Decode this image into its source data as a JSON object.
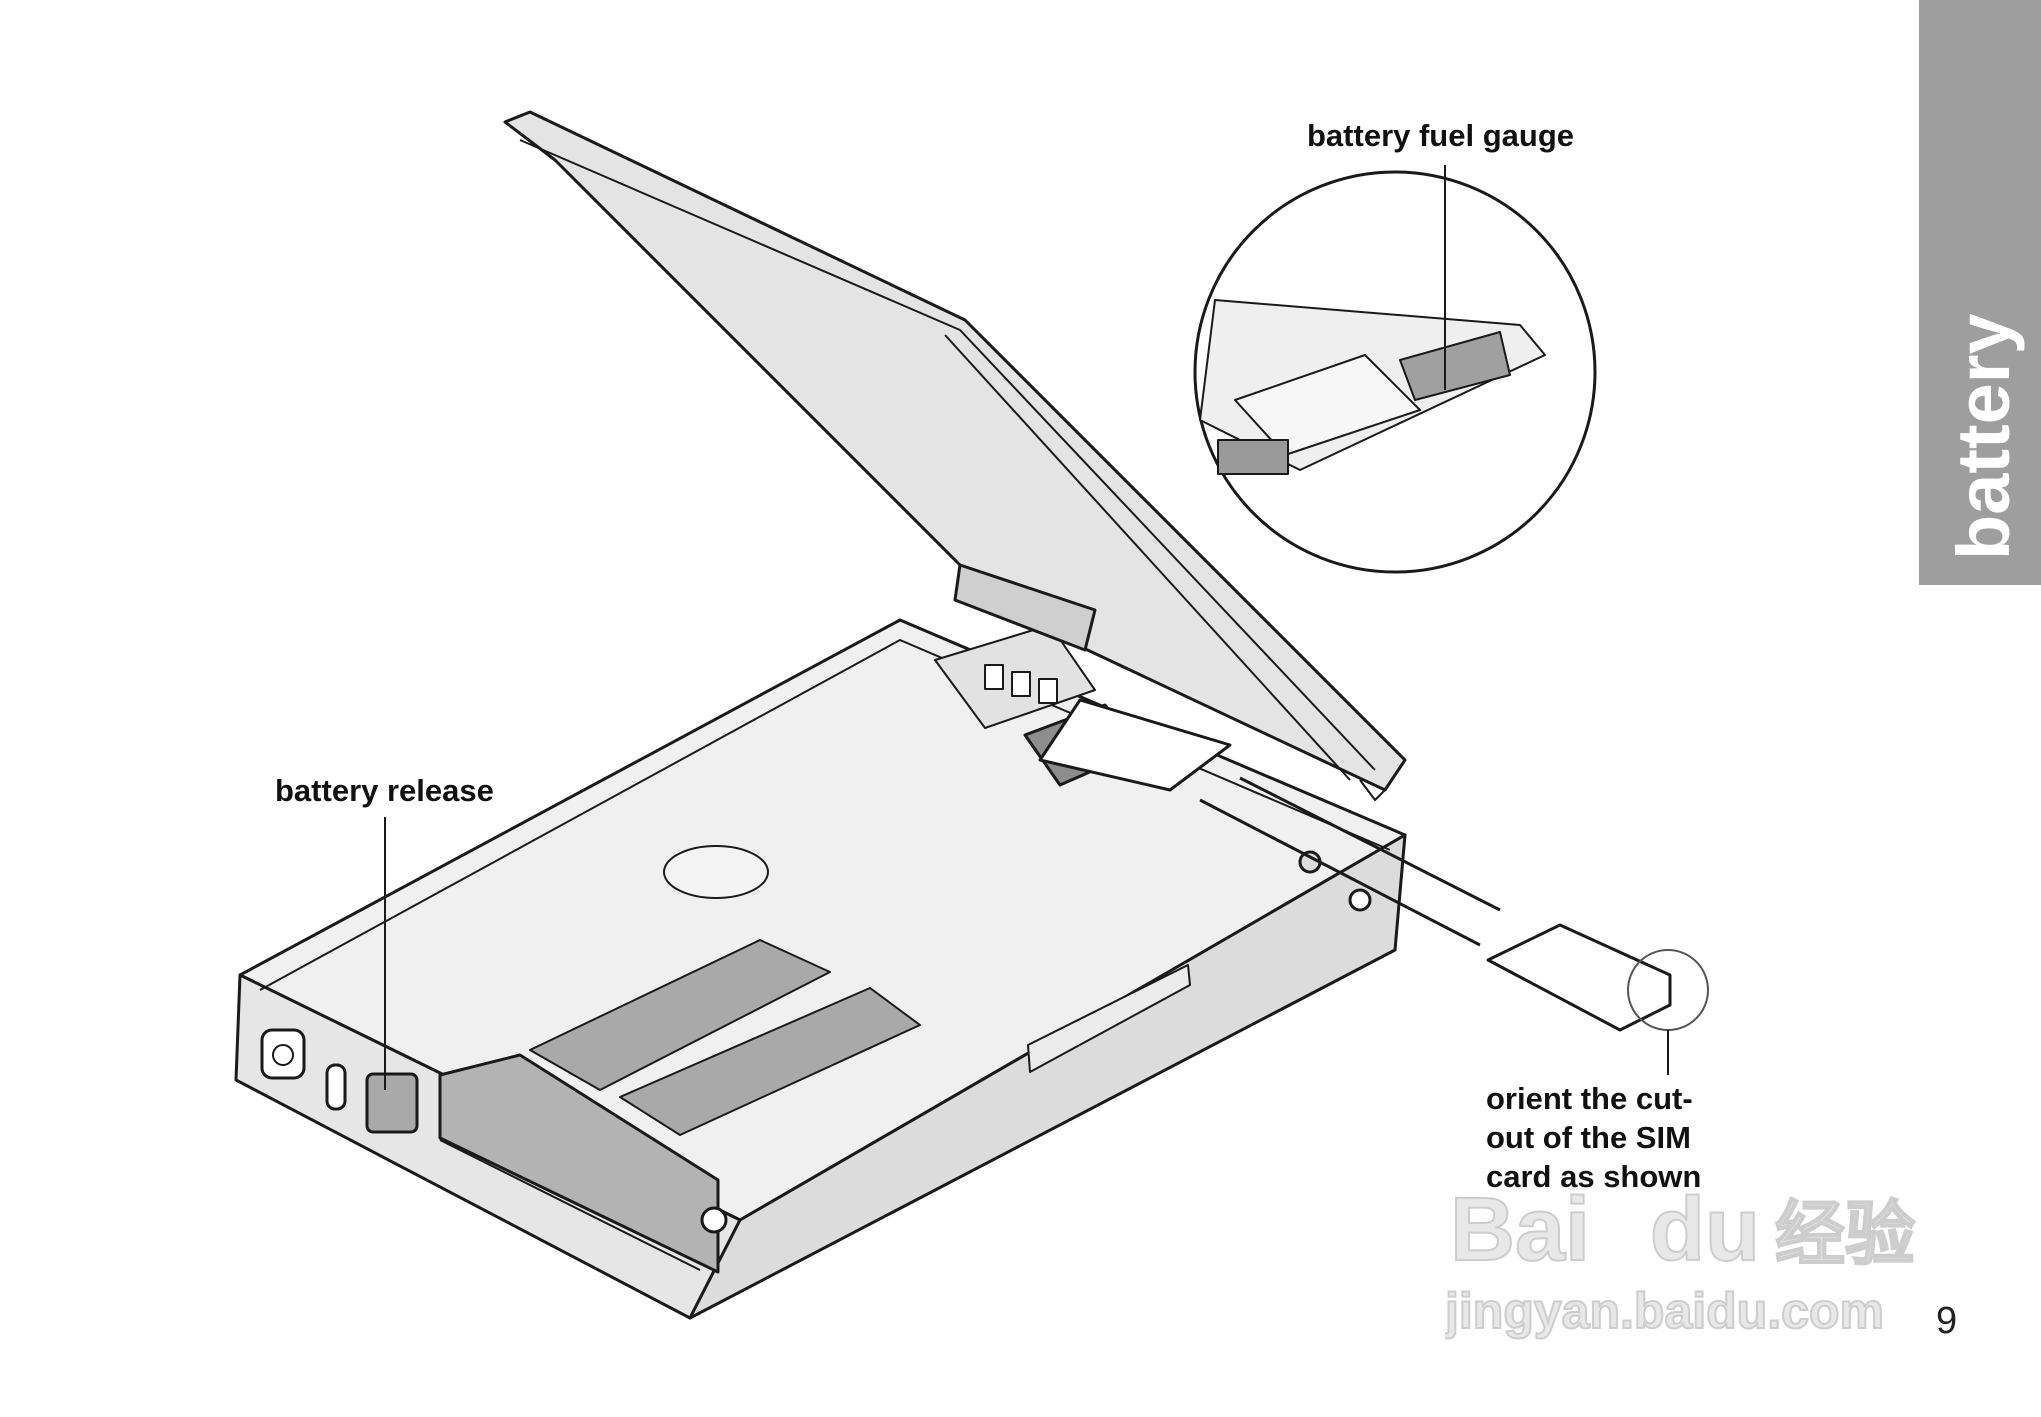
{
  "callouts": {
    "fuel_gauge": "battery fuel gauge",
    "battery_release": "battery release",
    "sim_orientation": "orient the cut-\nout of the SIM\ncard as shown"
  },
  "side_tab": {
    "label": "battery",
    "color": "#9e9e9e"
  },
  "page_number": "9",
  "watermark": {
    "logo_text": "Bai du 经验",
    "url_text": "jingyan.baidu.com"
  },
  "colors": {
    "line": "#1a1a1a",
    "device_fill": "#f0f0f0",
    "lid_fill": "#e4e4e4",
    "dark_fill": "#a9a9a9"
  }
}
